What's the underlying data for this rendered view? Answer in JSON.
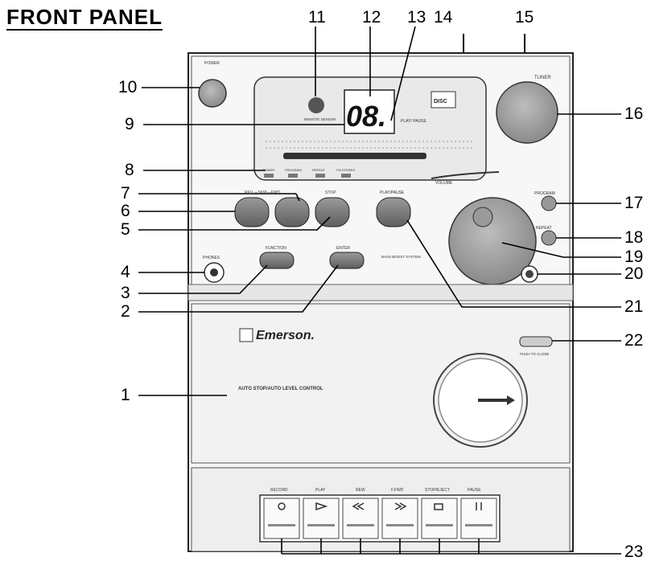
{
  "title": "FRONT PANEL",
  "callouts": {
    "c1": "1",
    "c2": "2",
    "c3": "3",
    "c4": "4",
    "c5": "5",
    "c6": "6",
    "c7": "7",
    "c8": "8",
    "c9": "9",
    "c10": "10",
    "c11": "11",
    "c12": "12",
    "c13": "13",
    "c14": "14",
    "c15": "15",
    "c16": "16",
    "c17": "17",
    "c18": "18",
    "c19": "19",
    "c20": "20",
    "c21": "21",
    "c22": "22",
    "c23": "23"
  },
  "panel": {
    "power": "POWER",
    "tuner": "TUNER",
    "remote_sensor": "REMOTE SENSOR",
    "display_digits": "08.",
    "play_pause": "PLAY/ PAUSE",
    "compact_disc": "DISC",
    "volume": "VOLUME",
    "program": "PROGRAM",
    "repeat": "REPEAT",
    "phones": "PHONES",
    "function": "FUNCTION",
    "enter": "ENTER",
    "bass_boost": "BASS BOOST SYSTEM",
    "rev_skip_fwd": "REV.—SKIP—FWD.",
    "stop": "STOP",
    "play_pause_btn": "PLAY/PAUSE",
    "ind_power": "POWER",
    "ind_program": "PROGRAM",
    "ind_repeat": "REPEAT",
    "ind_fm_stereo": "FM STEREO",
    "brand": "Emerson.",
    "push_to_close": "PUSH TO CLOSE",
    "auto_stop": "AUTO STOP/AUTO LEVEL CONTROL",
    "deck_buttons": [
      "RECORD",
      "PLAY",
      "REW",
      "F.FWD",
      "STOP/EJECT",
      "PAUSE"
    ]
  }
}
